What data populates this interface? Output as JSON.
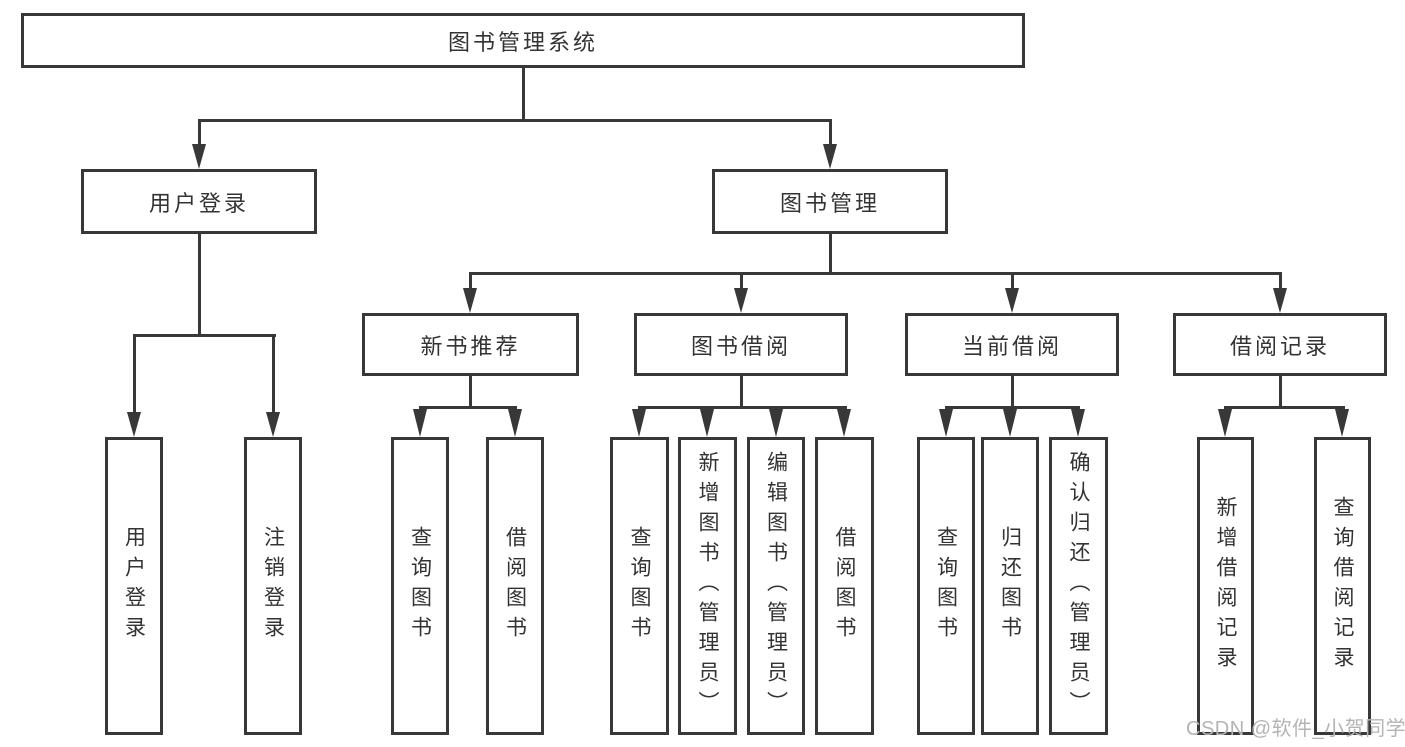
{
  "nodes": {
    "root": "图书管理系统",
    "user_login": "用户登录",
    "book_mgmt": "图书管理",
    "new_book_rec": "新书推荐",
    "book_borrow": "图书借阅",
    "current_borrow": "当前借阅",
    "borrow_records": "借阅记录"
  },
  "leaves": {
    "user_login": [
      "用户登录",
      "注销登录"
    ],
    "new_book_rec": [
      "查询图书",
      "借阅图书"
    ],
    "book_borrow": [
      "查询图书",
      "新增图书（管理员）",
      "编辑图书（管理员）",
      "借阅图书"
    ],
    "current_borrow": [
      "查询图书",
      "归还图书",
      "确认归还（管理员）"
    ],
    "borrow_records": [
      "新增借阅记录",
      "查询借阅记录"
    ]
  },
  "watermark": "CSDN @软件_小贺同学",
  "colors": {
    "line": "#383838",
    "text": "#333333",
    "background": "#ffffff",
    "watermark": "#b4b4b4"
  }
}
